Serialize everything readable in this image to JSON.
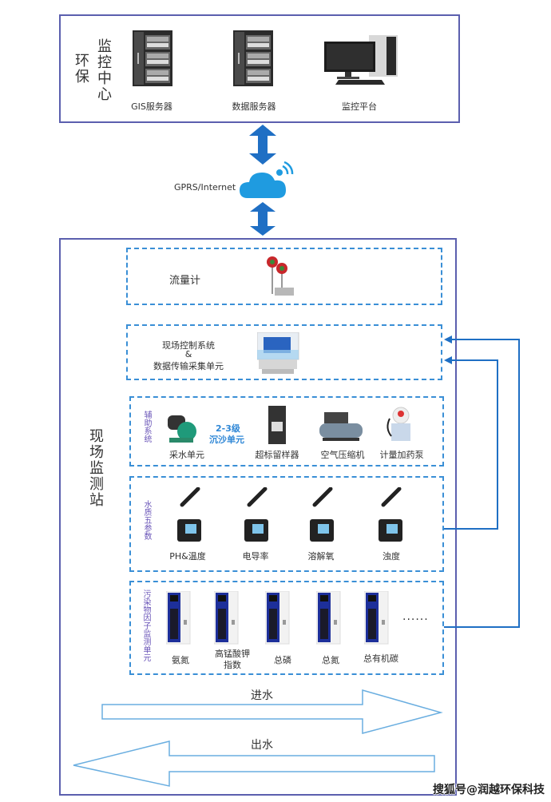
{
  "center": {
    "title_left": "环保",
    "title_right": "监控中心",
    "items": [
      {
        "label": "GIS服务器",
        "icon": "server-rack-icon"
      },
      {
        "label": "数据服务器",
        "icon": "server-rack-icon"
      },
      {
        "label": "监控平台",
        "icon": "desktop-computer-icon"
      }
    ]
  },
  "network": {
    "label": "GPRS/Internet",
    "icon": "cloud-wireless-icon",
    "color": "#1f9be0"
  },
  "station": {
    "title": "现场监测站",
    "flowmeter": {
      "label": "流量计",
      "icon": "flowmeter-icon"
    },
    "control": {
      "line1": "现场控制系统",
      "line2": "&",
      "line3": "数据传输采集单元",
      "icon": "control-cabinet-icon"
    },
    "aux": {
      "title": "辅助系统",
      "sand_unit": "2-3级\n沉沙单元",
      "sand_line1": "2-3级",
      "sand_line2": "沉沙单元",
      "items": [
        {
          "label": "采水单元",
          "icon": "water-pump-icon"
        },
        {
          "label": "超标留样器",
          "icon": "sampler-icon"
        },
        {
          "label": "空气压缩机",
          "icon": "air-compressor-icon"
        },
        {
          "label": "计量加药泵",
          "icon": "dosing-pump-icon"
        }
      ]
    },
    "water_quality": {
      "title": "水质五参数",
      "items": [
        {
          "label": "PH&温度",
          "icon": "sensor-probe-icon"
        },
        {
          "label": "电导率",
          "icon": "sensor-probe-icon"
        },
        {
          "label": "溶解氧",
          "icon": "sensor-probe-icon"
        },
        {
          "label": "浊度",
          "icon": "sensor-probe-icon"
        }
      ]
    },
    "pollutant": {
      "title": "污染物因子监测单元",
      "items": [
        {
          "label": "氨氮",
          "label2": ""
        },
        {
          "label": "高锰酸钾",
          "label2": "指数"
        },
        {
          "label": "总磷",
          "label2": ""
        },
        {
          "label": "总氮",
          "label2": ""
        },
        {
          "label": "总有机碳",
          "label2": ""
        }
      ],
      "more": "······"
    },
    "inflow": "进水",
    "outflow": "出水"
  },
  "watermark": "搜狐号@润越环保科技",
  "colors": {
    "frame": "#5b5fae",
    "dash": "#3a8fd6",
    "connector": "#1f6fc4",
    "arrow_outline": "#6aaee0",
    "accent_purple": "#6a55b8"
  }
}
